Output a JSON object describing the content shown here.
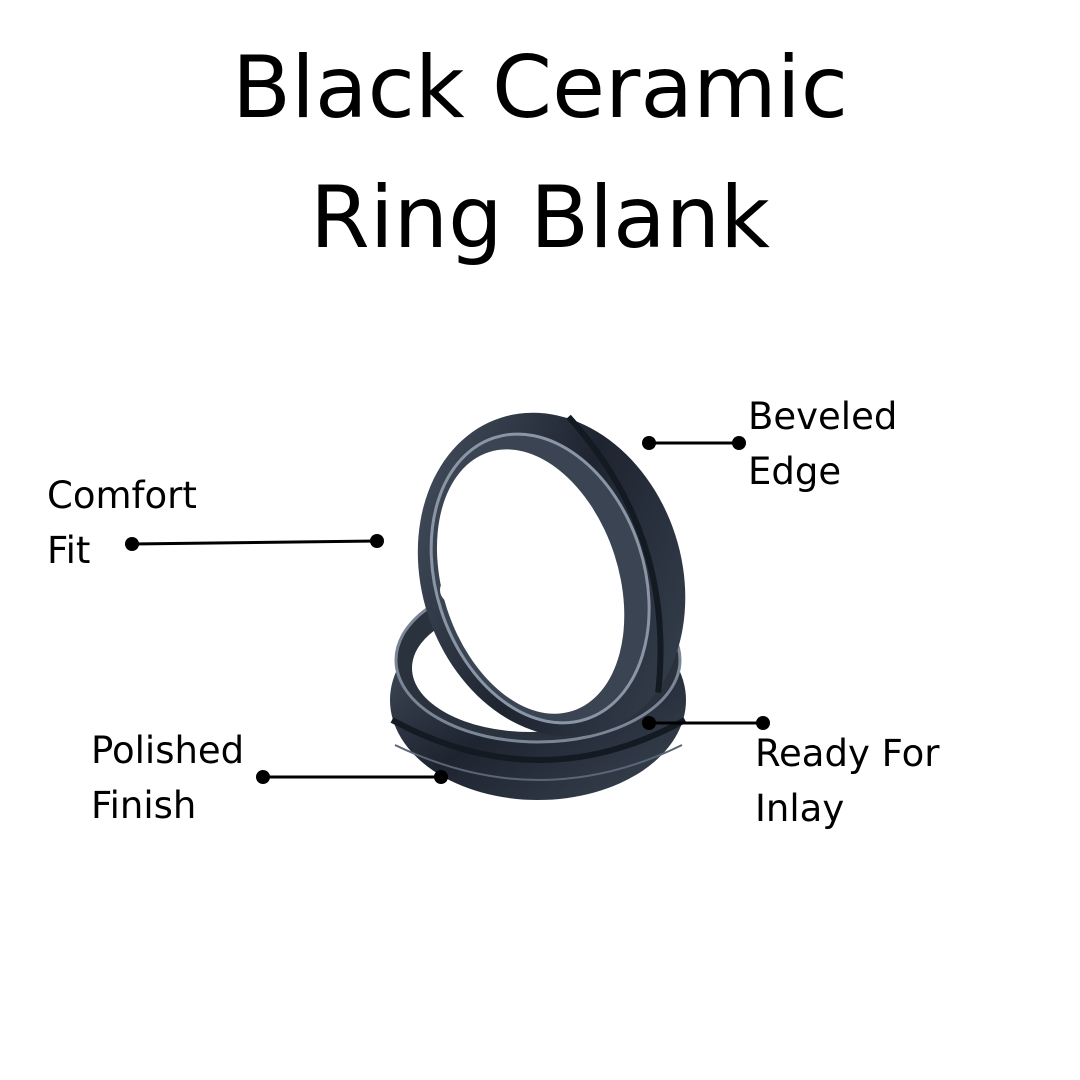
{
  "title": {
    "line1": "Black Ceramic",
    "line2": "Ring Blank"
  },
  "callouts": {
    "comfort_fit": {
      "line1": "Comfort",
      "line2": "Fit"
    },
    "beveled_edge": {
      "line1": "Beveled",
      "line2": "Edge"
    },
    "polished_finish": {
      "line1": "Polished",
      "line2": "Finish"
    },
    "ready_for_inlay": {
      "line1": "Ready For",
      "line2": "Inlay"
    }
  },
  "colors": {
    "ring_dark": "#1e2430",
    "ring_mid": "#3a4452",
    "ring_highlight": "#8a96a6",
    "line": "#000000"
  }
}
